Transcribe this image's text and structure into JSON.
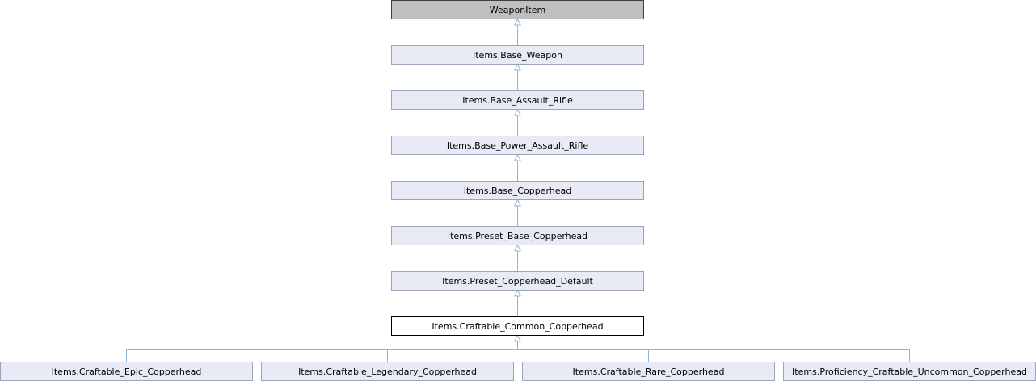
{
  "diagram": {
    "line_color": "#87b8d6",
    "nodes": {
      "weapon_item": "WeaponItem",
      "base_weapon": "Items.Base_Weapon",
      "base_assault_rifle": "Items.Base_Assault_Rifle",
      "base_power_assault_rifle": "Items.Base_Power_Assault_Rifle",
      "base_copperhead": "Items.Base_Copperhead",
      "preset_base_copperhead": "Items.Preset_Base_Copperhead",
      "preset_copperhead_default": "Items.Preset_Copperhead_Default",
      "craftable_common_copperhead": "Items.Craftable_Common_Copperhead",
      "craftable_epic_copperhead": "Items.Craftable_Epic_Copperhead",
      "craftable_legendary_copperhead": "Items.Craftable_Legendary_Copperhead",
      "craftable_rare_copperhead": "Items.Craftable_Rare_Copperhead",
      "proficiency_craftable_uncommon_copperhead": "Items.Proficiency_Craftable_Uncommon_Copperhead"
    }
  }
}
